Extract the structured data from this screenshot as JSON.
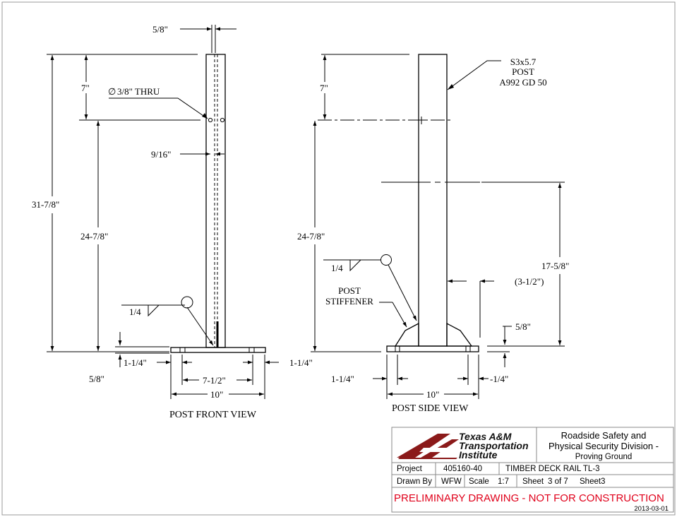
{
  "colors": {
    "warning": "#e0001a",
    "logo_red": "#8b1a1a",
    "line": "#000000",
    "border": "#999999"
  },
  "front_view": {
    "title": "POST FRONT VIEW",
    "dims": {
      "flange_thk": "5/8\"",
      "hole_spacing": "7\"",
      "hole_note": "3/8\" THRU",
      "hole_note_symbol": "∅",
      "hole_offset": "9/16\"",
      "overall_height": "31-7/8\"",
      "lower_height": "24-7/8\"",
      "weld": "1/4",
      "plate_thk": "5/8\"",
      "edge_left": "1-1/4\"",
      "edge_right": "1-1/4\"",
      "bolt_spacing": "7-1/2\"",
      "plate_width": "10\""
    }
  },
  "side_view": {
    "title": "POST SIDE VIEW",
    "post_label": [
      "S3x5.7",
      "POST",
      "A992 GD 50"
    ],
    "stiffener_label": [
      "POST",
      "STIFFENER"
    ],
    "dims": {
      "hole_spacing": "7\"",
      "lower_height": "24-7/8\"",
      "weld": "1/4",
      "stiffener_height": "17-5/8\"",
      "offset": "(3-1/2\")",
      "plate_thk": "5/8\"",
      "edge_left": "1-1/4\"",
      "edge_right": "-1/4\"",
      "plate_width": "10\""
    }
  },
  "title_block": {
    "logo_lines": [
      "Texas A&M",
      "Transportation",
      "Institute"
    ],
    "division_lines": [
      "Roadside Safety and",
      "Physical Security Division -",
      "Proving Ground"
    ],
    "project_label": "Project",
    "project_value": "405160-40",
    "drawing_title": "TIMBER DECK RAIL TL-3",
    "drawn_by_label": "Drawn By",
    "drawn_by_value": "WFW",
    "scale_label": "Scale",
    "scale_value": "1:7",
    "sheet_label": "Sheet",
    "sheet_value": "3 of 7",
    "sheet_name": "Sheet3",
    "warning": "PRELIMINARY DRAWING - NOT FOR CONSTRUCTION",
    "date": "2013-03-01"
  }
}
